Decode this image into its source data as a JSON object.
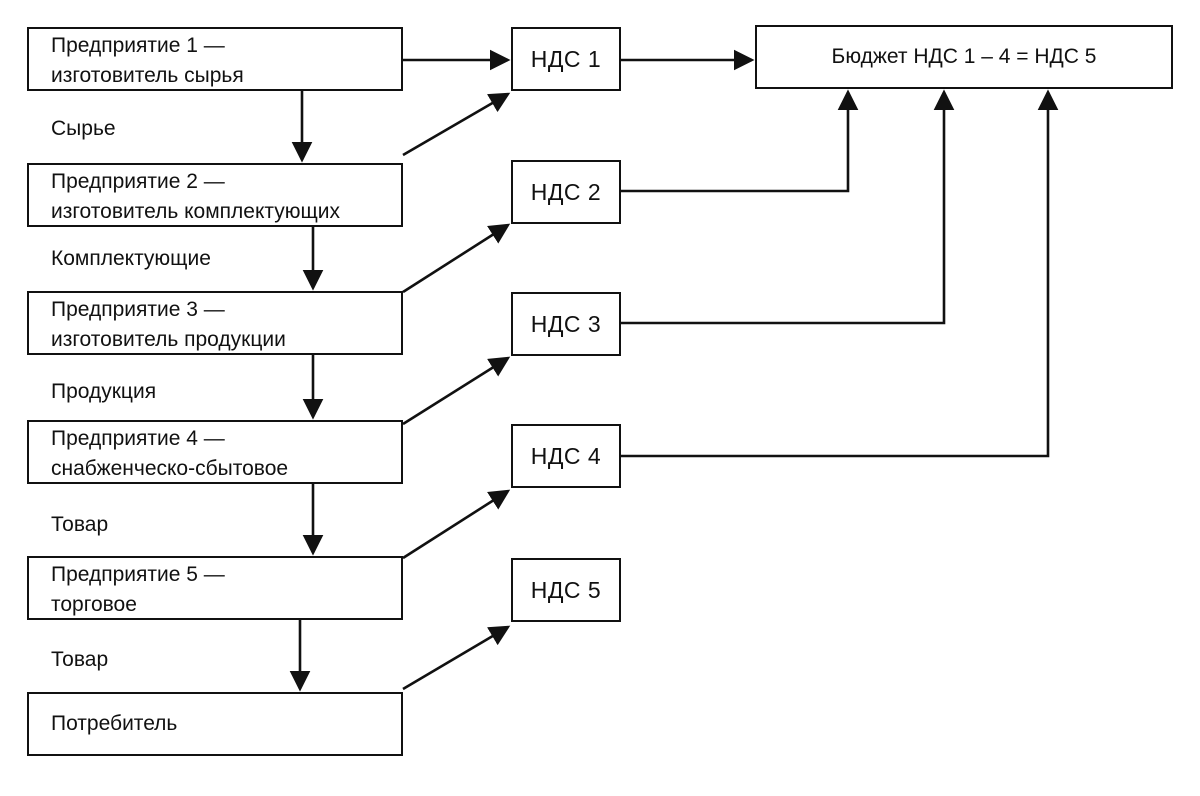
{
  "budget": {
    "label": "Бюджет НДС 1 – 4 = НДС 5"
  },
  "enterprises": [
    {
      "line1": "Предприятие 1 —",
      "line2": "изготовитель сырья"
    },
    {
      "line1": "Предприятие 2 —",
      "line2": "изготовитель комплектующих"
    },
    {
      "line1": "Предприятие 3 —",
      "line2": "изготовитель продукции"
    },
    {
      "line1": "Предприятие 4 —",
      "line2": "снабженческо-сбытовое"
    },
    {
      "line1": "Предприятие 5 —",
      "line2": "торговое"
    }
  ],
  "consumer": {
    "label": "Потребитель"
  },
  "vat_boxes": [
    "НДС 1",
    "НДС 2",
    "НДС 3",
    "НДС 4",
    "НДС 5"
  ],
  "flow_labels": [
    "Сырье",
    "Комплектующие",
    "Продукция",
    "Товар",
    "Товар"
  ]
}
